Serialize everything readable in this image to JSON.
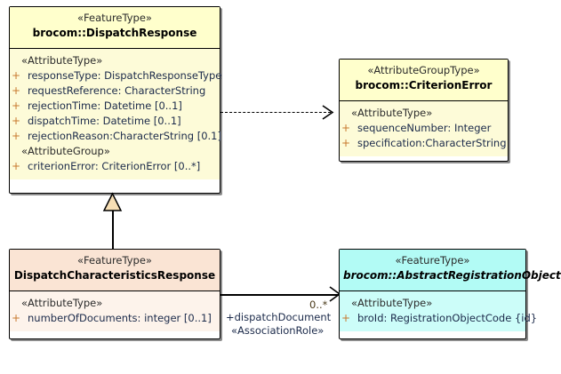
{
  "diagram": {
    "title": "UML class diagram",
    "colors": {
      "yellow_header": "#FFFFCC",
      "yellow_body": "#FDFBD8",
      "peach_header": "#FAE4D4",
      "peach_body": "#FDF3EB",
      "cyan_header": "#B2FBF5",
      "cyan_body": "#CCFDF9",
      "visibility_plus": "#C8782E",
      "attribute_text": "#1B2A4A",
      "line": "#000000"
    }
  },
  "classes": {
    "dispatch_response": {
      "stereotype": "«FeatureType»",
      "name": "brocom::DispatchResponse",
      "abstract": false,
      "sections": [
        {
          "group": "«AttributeType»",
          "attributes": [
            {
              "visibility": "+",
              "text": "responseType: DispatchResponseType"
            },
            {
              "visibility": "+",
              "text": "requestReference: CharacterString"
            },
            {
              "visibility": "+",
              "text": "rejectionTime: Datetime [0..1]"
            },
            {
              "visibility": "+",
              "text": "dispatchTime: Datetime [0..1]"
            },
            {
              "visibility": "+",
              "text": "rejectionReason:CharacterString [0.1]"
            }
          ]
        },
        {
          "group": "«AttributeGroup»",
          "attributes": [
            {
              "visibility": "+",
              "text": "criterionError: CriterionError [0..*]"
            }
          ]
        }
      ]
    },
    "criterion_error": {
      "stereotype": "«AttributeGroupType»",
      "name": "brocom::CriterionError",
      "abstract": false,
      "sections": [
        {
          "group": "«AttributeType»",
          "attributes": [
            {
              "visibility": "+",
              "text": "sequenceNumber: Integer"
            },
            {
              "visibility": "+",
              "text": "specification:CharacterString"
            }
          ]
        }
      ]
    },
    "dispatch_characteristics_response": {
      "stereotype": "«FeatureType»",
      "name": "DispatchCharacteristicsResponse",
      "abstract": false,
      "sections": [
        {
          "group": "«AttributeType»",
          "attributes": [
            {
              "visibility": "+",
              "text": "numberOfDocuments: integer [0..1]"
            }
          ]
        }
      ]
    },
    "abstract_registration_object": {
      "stereotype": "«FeatureType»",
      "name": "brocom::AbstractRegistrationObject",
      "abstract": true,
      "sections": [
        {
          "group": "«AttributeType»",
          "attributes": [
            {
              "visibility": "+",
              "text": "broId: RegistrationObjectCode {id}"
            }
          ]
        }
      ]
    }
  },
  "relationships": {
    "dependency": {
      "kind": "dependency",
      "style": "dashed-open-arrow",
      "from": "brocom::DispatchResponse",
      "to": "brocom::CriterionError"
    },
    "generalization": {
      "kind": "generalization",
      "style": "solid-hollow-triangle",
      "from": "DispatchCharacteristicsResponse",
      "to": "brocom::DispatchResponse"
    },
    "association": {
      "kind": "association",
      "style": "solid-open-arrow",
      "from": "DispatchCharacteristicsResponse",
      "to": "brocom::AbstractRegistrationObject",
      "multiplicity": "0..*",
      "role": "+dispatchDocument",
      "role_stereotype": "«AssociationRole»"
    }
  }
}
